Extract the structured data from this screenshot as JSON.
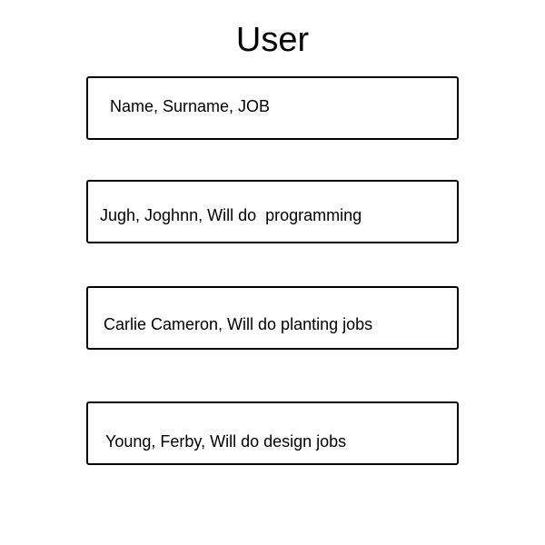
{
  "page": {
    "title": "User"
  },
  "users": [
    {
      "label": "Name, Surname, JOB"
    },
    {
      "label": "Jugh, Joghnn, Will do  programming"
    },
    {
      "label": "Carlie Cameron, Will do planting jobs"
    },
    {
      "label": "Young, Ferby, Will do design jobs"
    }
  ],
  "colors": {
    "background": "#ffffff",
    "border": "#000000",
    "text": "#000000"
  }
}
